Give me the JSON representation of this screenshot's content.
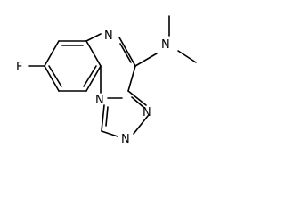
{
  "atoms": {
    "fluorine": "F",
    "quinoxaline_n_top": "N",
    "dimethylamino_n": "N",
    "bridgehead_n": "N",
    "triazole_n_right": "N",
    "triazole_n_bottom": "N"
  },
  "colors": {
    "bond": "#000000",
    "label": "#000000"
  }
}
